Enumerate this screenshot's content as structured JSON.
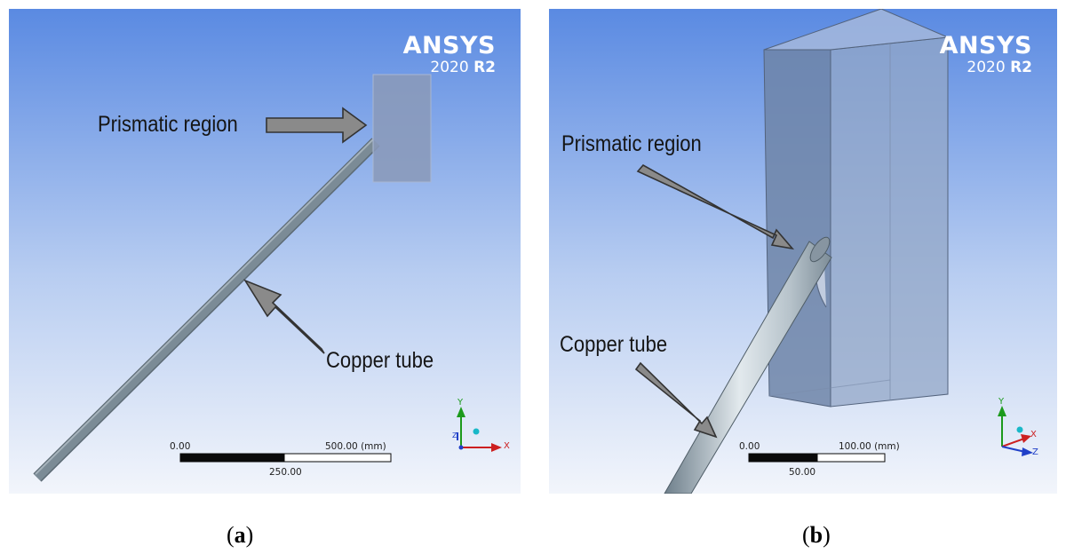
{
  "logo": {
    "name": "ANSYS",
    "year": "2020",
    "release": "R2"
  },
  "panel_a": {
    "label_region": "Prismatic region",
    "label_tube": "Copper tube",
    "scale": {
      "start": "0.00",
      "end": "500.00 (mm)",
      "mid": "250.00"
    },
    "caption_letter": "a"
  },
  "panel_b": {
    "label_region": "Prismatic region",
    "label_tube": "Copper tube",
    "scale": {
      "start": "0.00",
      "end": "100.00 (mm)",
      "mid": "50.00"
    },
    "caption_letter": "b"
  },
  "axes": {
    "x": "X",
    "y": "Y",
    "z": "Z"
  },
  "colors": {
    "bg_top": "#5a8ae2",
    "bg_bottom": "#f2f5fb",
    "tube_dark": "#6e7f8b",
    "tube_light": "#dfe6ea",
    "region": "#8a9ab9",
    "arrow": "#8a8a8a",
    "axis_x": "#cc2020",
    "axis_y": "#1c9a1c",
    "axis_z": "#2040c8"
  }
}
